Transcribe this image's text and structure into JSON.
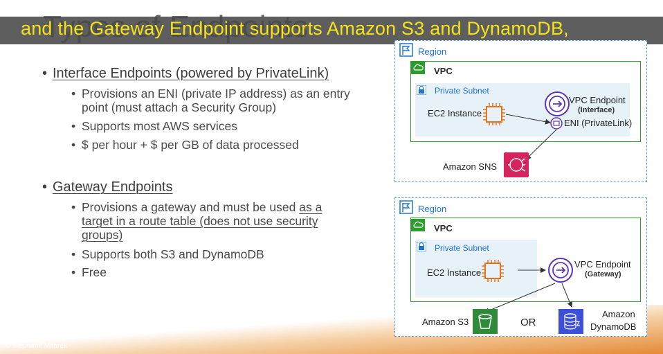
{
  "slide": {
    "title": "Types of Endpoints",
    "caption": "and the Gateway Endpoint supports Amazon S3 and DynamoDB,",
    "footer": "© Stephane Maarek"
  },
  "bullets": {
    "interface": {
      "heading": "Interface Endpoints (powered by PrivateLink)",
      "line1a": "Provisions an ENI (private IP address) as an entry",
      "line1b": "point (must attach a Security Group)",
      "line2": "Supports most AWS services",
      "line3": "$ per hour + $ per GB of data processed"
    },
    "gateway": {
      "heading": "Gateway Endpoints",
      "line1a_plain": "Provisions a gateway and must be used ",
      "line1a_u": "as a",
      "line1b": "target in a route table (does not use security",
      "line1c": "groups)",
      "line2": "Supports both S3 and DynamoDB",
      "line3": "Free"
    }
  },
  "diagram_interface": {
    "region_label": "Region",
    "vpc_label": "VPC",
    "subnet_label": "Private Subnet",
    "ec2_label": "EC2 Instance",
    "endpoint_label": "VPC Endpoint",
    "endpoint_type": "(Interface)",
    "eni_label": "ENI (PrivateLink)",
    "service_label": "Amazon SNS"
  },
  "diagram_gateway": {
    "region_label": "Region",
    "vpc_label": "VPC",
    "subnet_label": "Private Subnet",
    "ec2_label": "EC2 Instance",
    "endpoint_label": "VPC Endpoint",
    "endpoint_type": "(Gateway)",
    "s3_label": "Amazon S3",
    "or_label": "OR",
    "dynamo_label_1": "Amazon",
    "dynamo_label_2": "DynamoDB"
  },
  "colors": {
    "caption_text": "#f4e31a",
    "region_blue": "#1f73d8",
    "vpc_green": "#2e9b2e",
    "ec2_orange": "#e8731a",
    "endpoint_purple": "#5a34b5",
    "sns_pink": "#d6245f",
    "s3_green": "#2e8b3a",
    "dynamo_blue": "#3b4fd8"
  }
}
